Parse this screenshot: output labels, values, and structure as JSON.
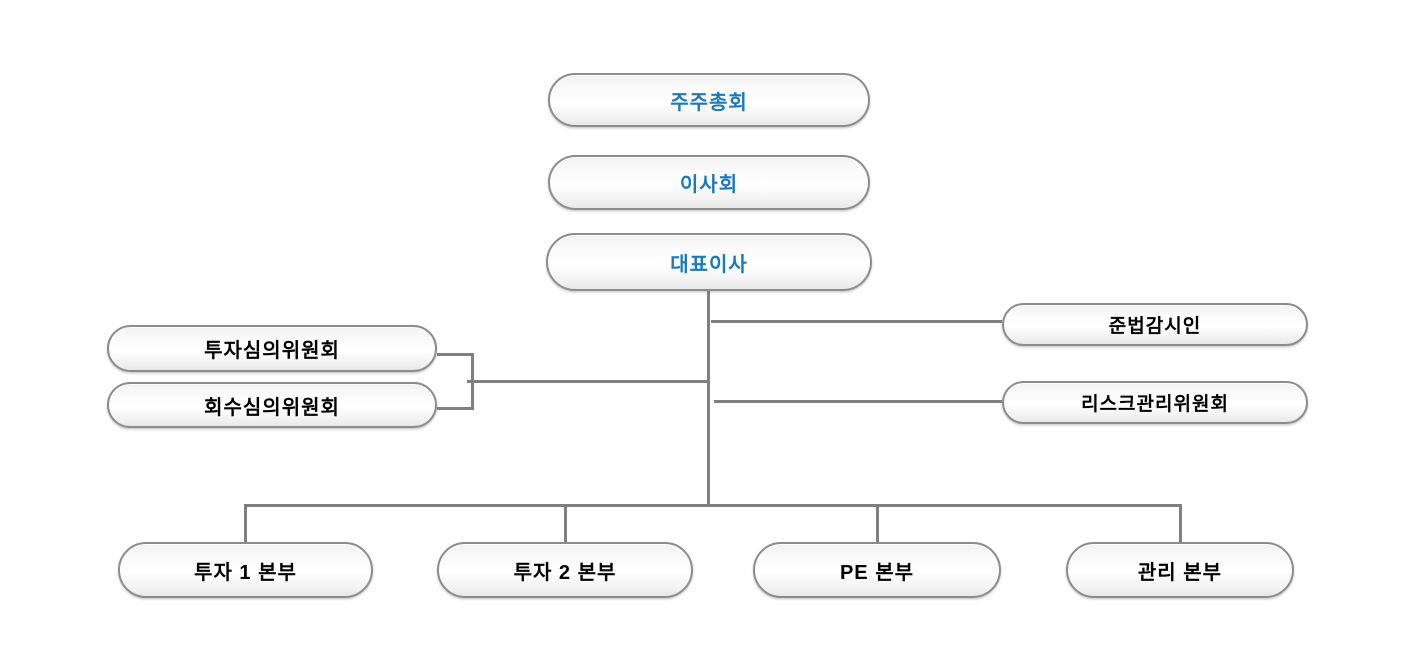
{
  "diagram": {
    "type": "org-chart",
    "colors": {
      "accent_text": "#1879BE",
      "node_text": "#000000",
      "node_border": "#8C8C8C",
      "connector": "#808080"
    },
    "nodes": {
      "shareholders_meeting": {
        "label": "주주총회"
      },
      "board_of_directors": {
        "label": "이사회"
      },
      "ceo": {
        "label": "대표이사"
      },
      "investment_review_committee": {
        "label": "투자심의위원회"
      },
      "recovery_review_committee": {
        "label": "회수심의위원회"
      },
      "compliance_officer": {
        "label": "준법감시인"
      },
      "risk_management_committee": {
        "label": "리스크관리위원회"
      },
      "investment_division_1": {
        "label": "투자 1 본부"
      },
      "investment_division_2": {
        "label": "투자 2 본부"
      },
      "pe_division": {
        "label": "PE 본부"
      },
      "management_division": {
        "label": "관리 본부"
      }
    }
  }
}
